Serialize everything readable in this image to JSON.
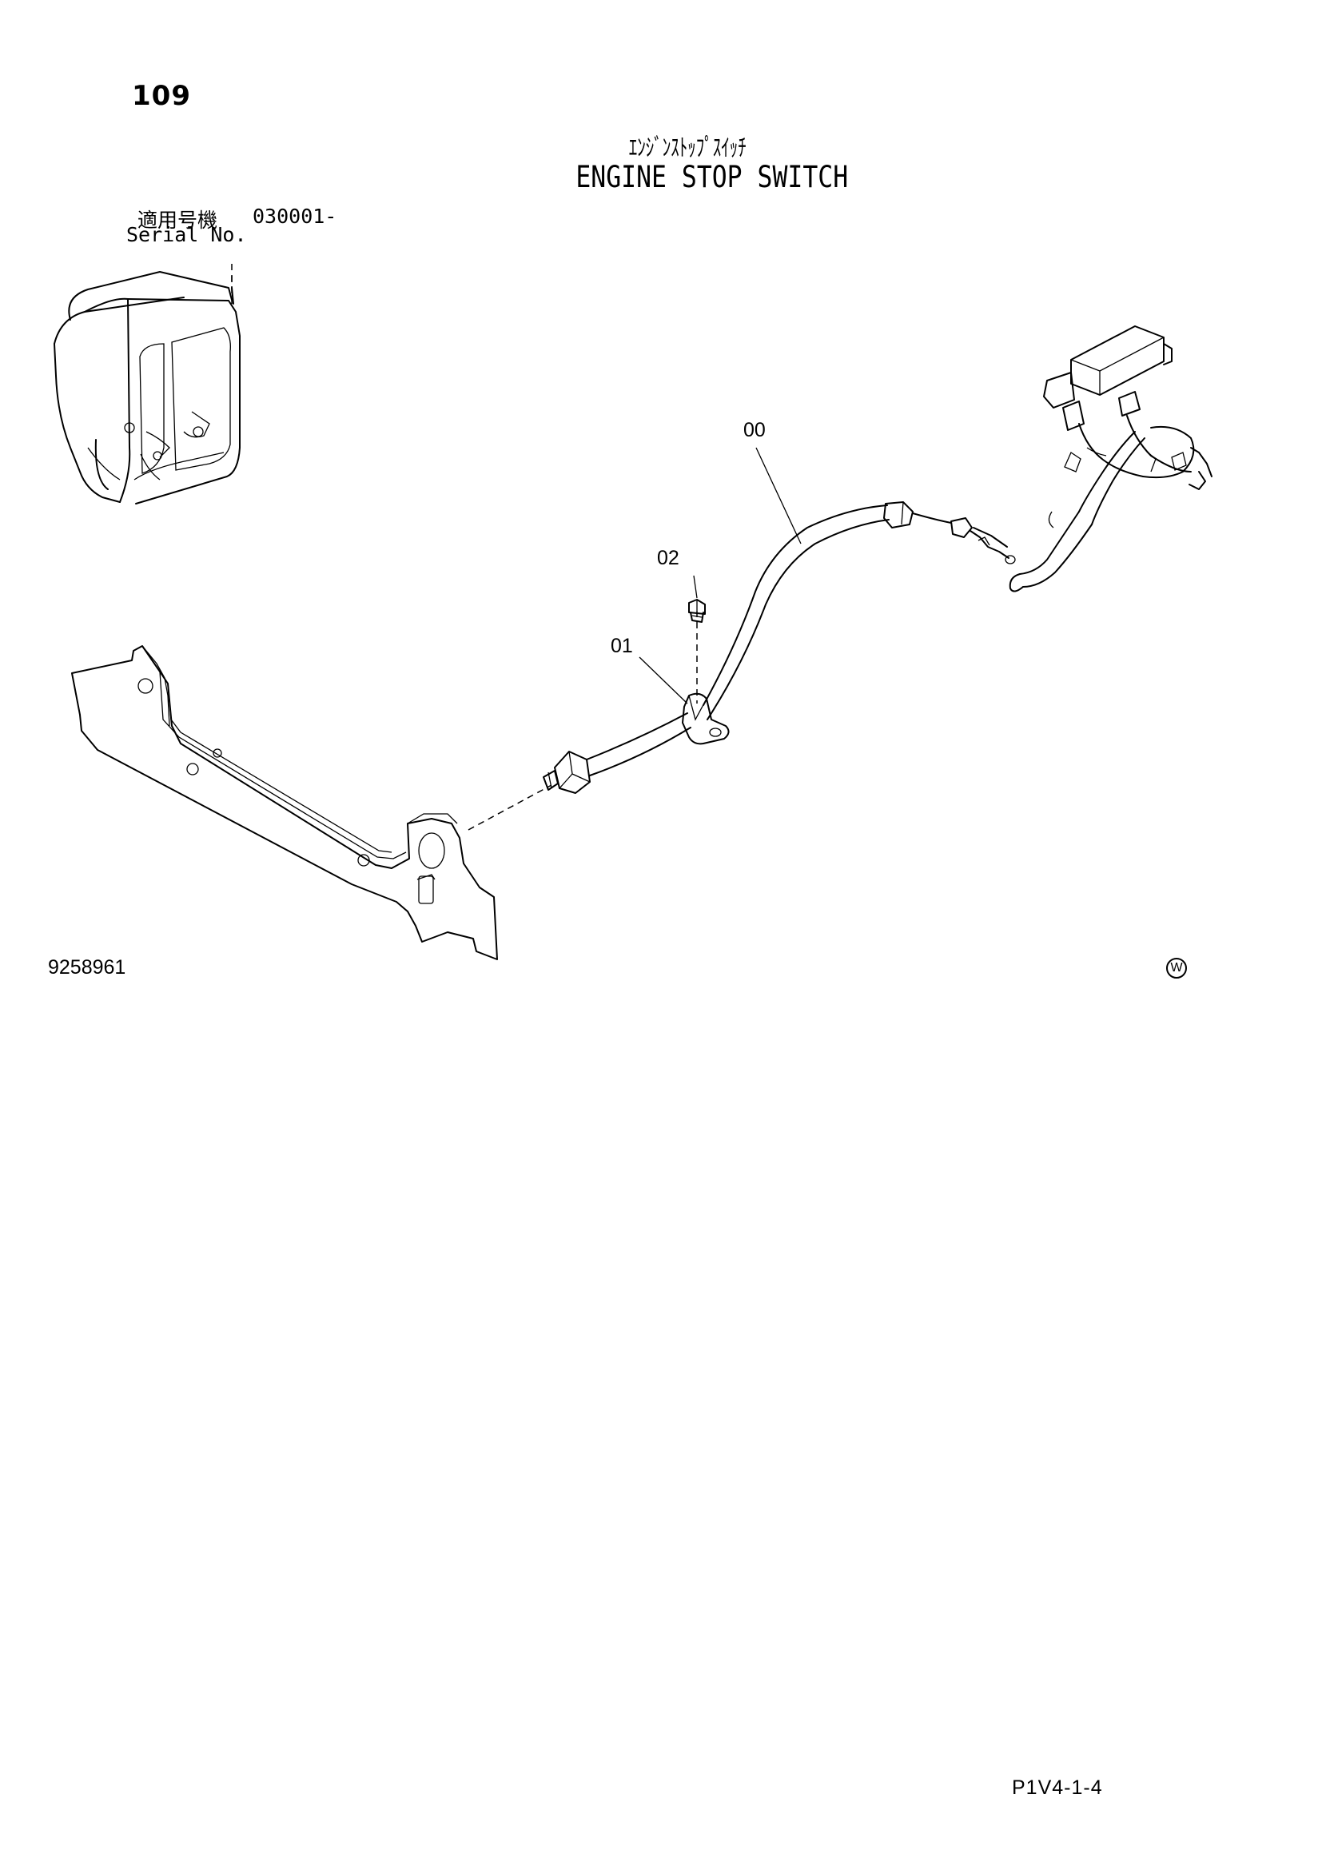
{
  "page_number": "109",
  "title_ja": "ｴﾝｼﾞﾝｽﾄｯﾌﾟｽｲｯﾁ",
  "title_en": "ENGINE STOP SWITCH",
  "serial": {
    "label_ja": "適用号機",
    "value": "030001-",
    "label_en": "Serial No."
  },
  "parts": [
    {
      "ref": "00"
    },
    {
      "ref": "01"
    },
    {
      "ref": "02"
    }
  ],
  "drawing_number": "9258961",
  "w_mark": "W",
  "page_reference": "P1V4-1-4"
}
